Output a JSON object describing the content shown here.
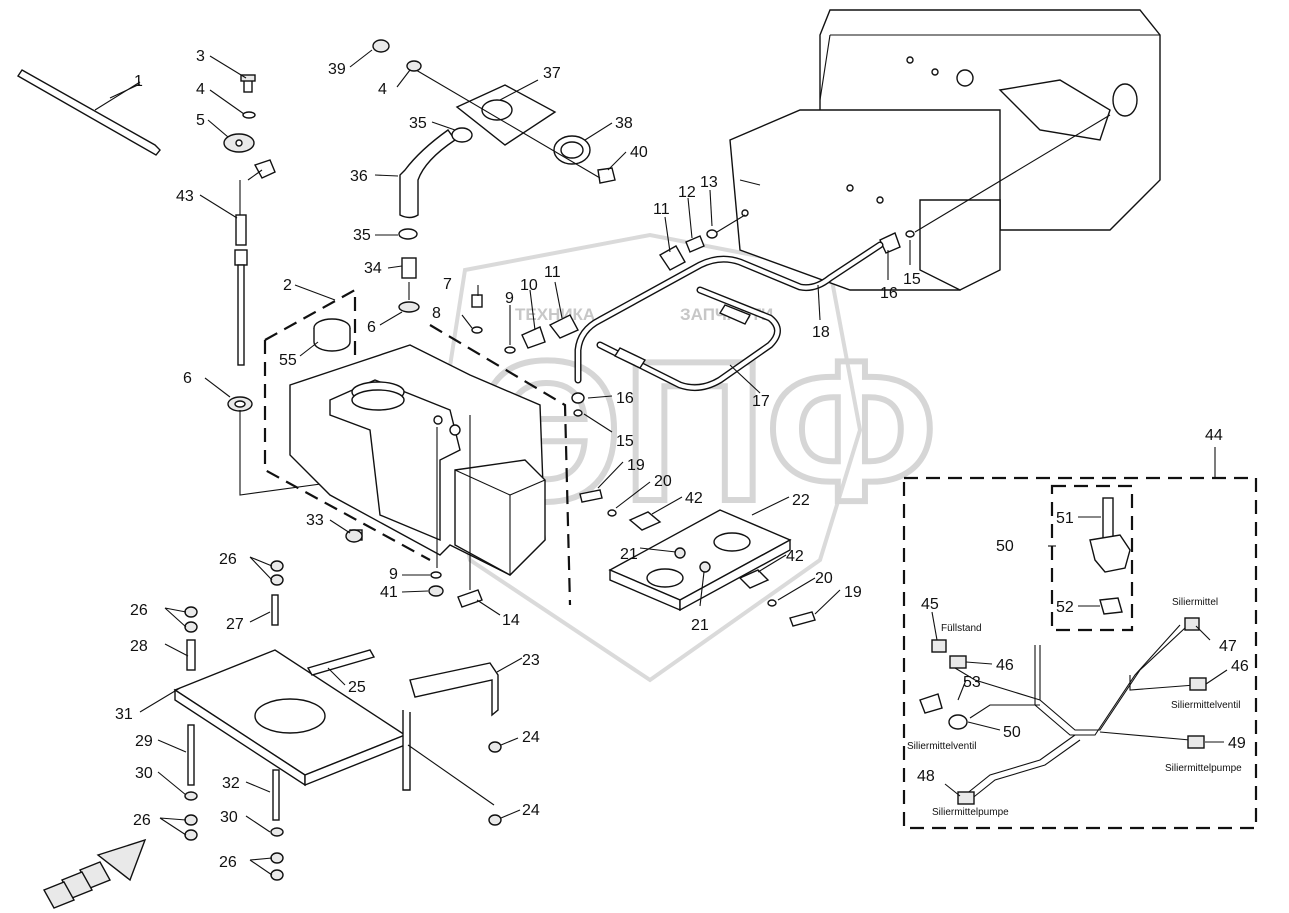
{
  "watermark": {
    "word_left": "ТЕХНИКА",
    "word_right": "ЗАПЧАСТИ",
    "big": "ЭПФ"
  },
  "callouts": [
    "1",
    "2",
    "3",
    "4",
    "5",
    "6",
    "7",
    "8",
    "9",
    "10",
    "11",
    "12",
    "13",
    "14",
    "15",
    "16",
    "17",
    "18",
    "19",
    "20",
    "21",
    "22",
    "23",
    "24",
    "25",
    "26",
    "27",
    "28",
    "29",
    "30",
    "31",
    "32",
    "33",
    "34",
    "35",
    "36",
    "37",
    "38",
    "39",
    "40",
    "41",
    "42",
    "43",
    "44",
    "45",
    "46",
    "47",
    "48",
    "49",
    "50",
    "51",
    "52",
    "53",
    "55"
  ],
  "harness_labels": {
    "fuellstand": "Füllstand",
    "siliermittel": "Siliermittel",
    "siliermittelventil_right": "Siliermittelventil",
    "siliermittelventil_left": "Siliermittelventil",
    "siliermittelpumpe_right": "Siliermittelpumpe",
    "siliermittelpumpe_bottom": "Siliermittelpumpe"
  }
}
